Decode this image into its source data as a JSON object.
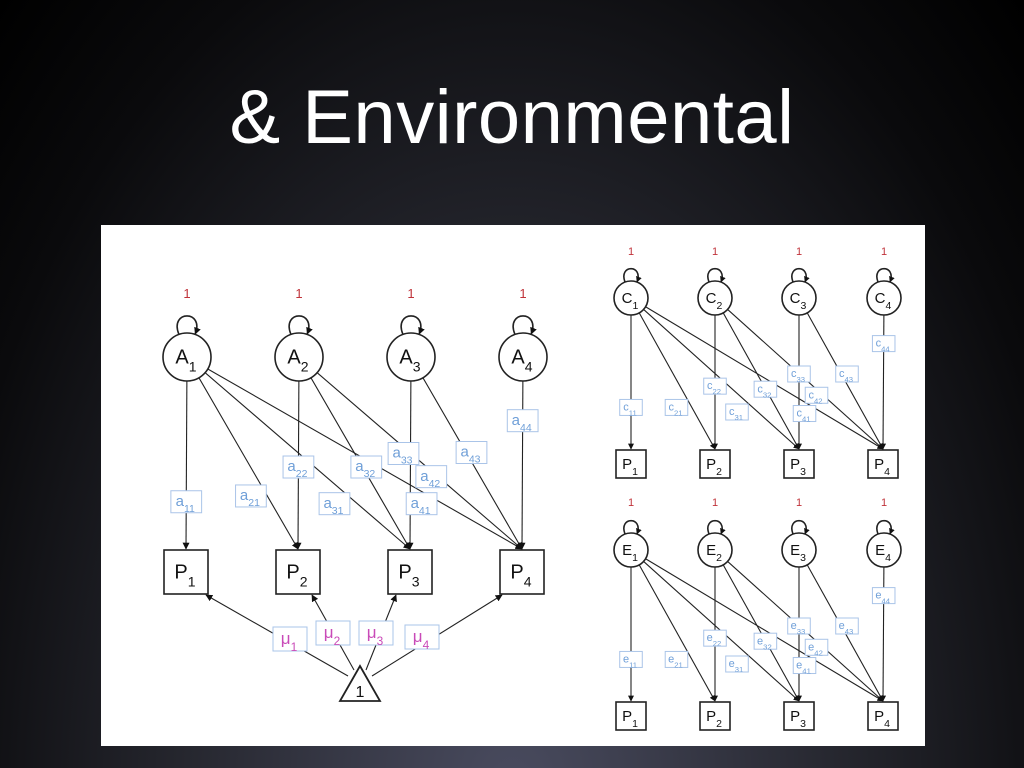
{
  "slide": {
    "title": "& Environmental"
  },
  "diagram": {
    "colors": {
      "variance_one": "#c0333a",
      "path_label": "#6f9fd8",
      "mean_label": "#c94ab8",
      "ink": "#111111",
      "label_box_border": "#aac4e8"
    },
    "self_loop_label": "1",
    "mean_triangle_label": "1",
    "additive": {
      "latent_prefix": "A",
      "observed_prefix": "P",
      "path_prefix": "a",
      "indices": [
        "1",
        "2",
        "3",
        "4"
      ],
      "paths": [
        "11",
        "21",
        "22",
        "31",
        "32",
        "33",
        "41",
        "42",
        "43",
        "44"
      ],
      "mean_symbol": "μ",
      "means": [
        "1",
        "2",
        "3",
        "4"
      ]
    },
    "common_env": {
      "latent_prefix": "C",
      "observed_prefix": "P",
      "path_prefix": "c",
      "indices": [
        "1",
        "2",
        "3",
        "4"
      ],
      "paths": [
        "11",
        "21",
        "22",
        "31",
        "32",
        "33",
        "41",
        "42",
        "43",
        "44"
      ]
    },
    "unique_env": {
      "latent_prefix": "E",
      "observed_prefix": "P",
      "path_prefix": "e",
      "indices": [
        "1",
        "2",
        "3",
        "4"
      ],
      "paths": [
        "11",
        "21",
        "22",
        "31",
        "32",
        "33",
        "41",
        "42",
        "43",
        "44"
      ]
    }
  }
}
